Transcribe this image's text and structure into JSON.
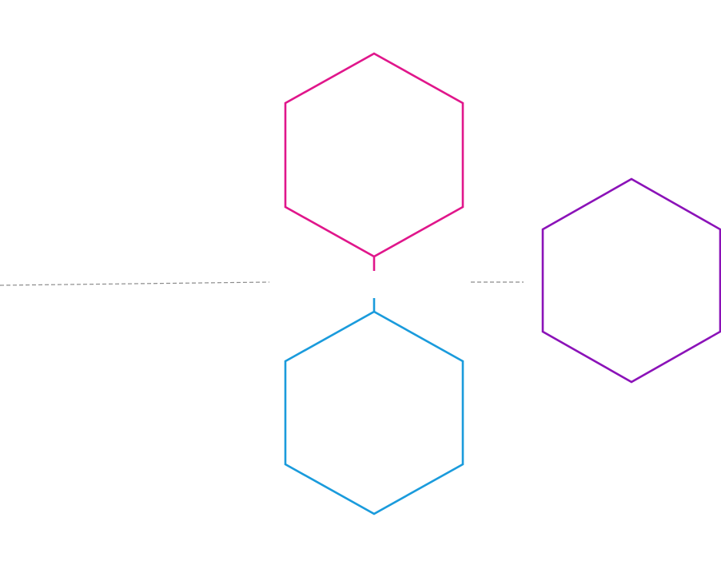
{
  "diagram": {
    "hexagons": [
      {
        "id": "top",
        "color": "#e0168b"
      },
      {
        "id": "bottom",
        "color": "#1a9bdc"
      },
      {
        "id": "right",
        "color": "#8b12b8"
      }
    ],
    "connectors": [
      {
        "id": "left-dashed",
        "color": "#8c8c8c",
        "style": "dashed"
      },
      {
        "id": "right-dashed",
        "color": "#8c8c8c",
        "style": "dashed"
      }
    ]
  }
}
